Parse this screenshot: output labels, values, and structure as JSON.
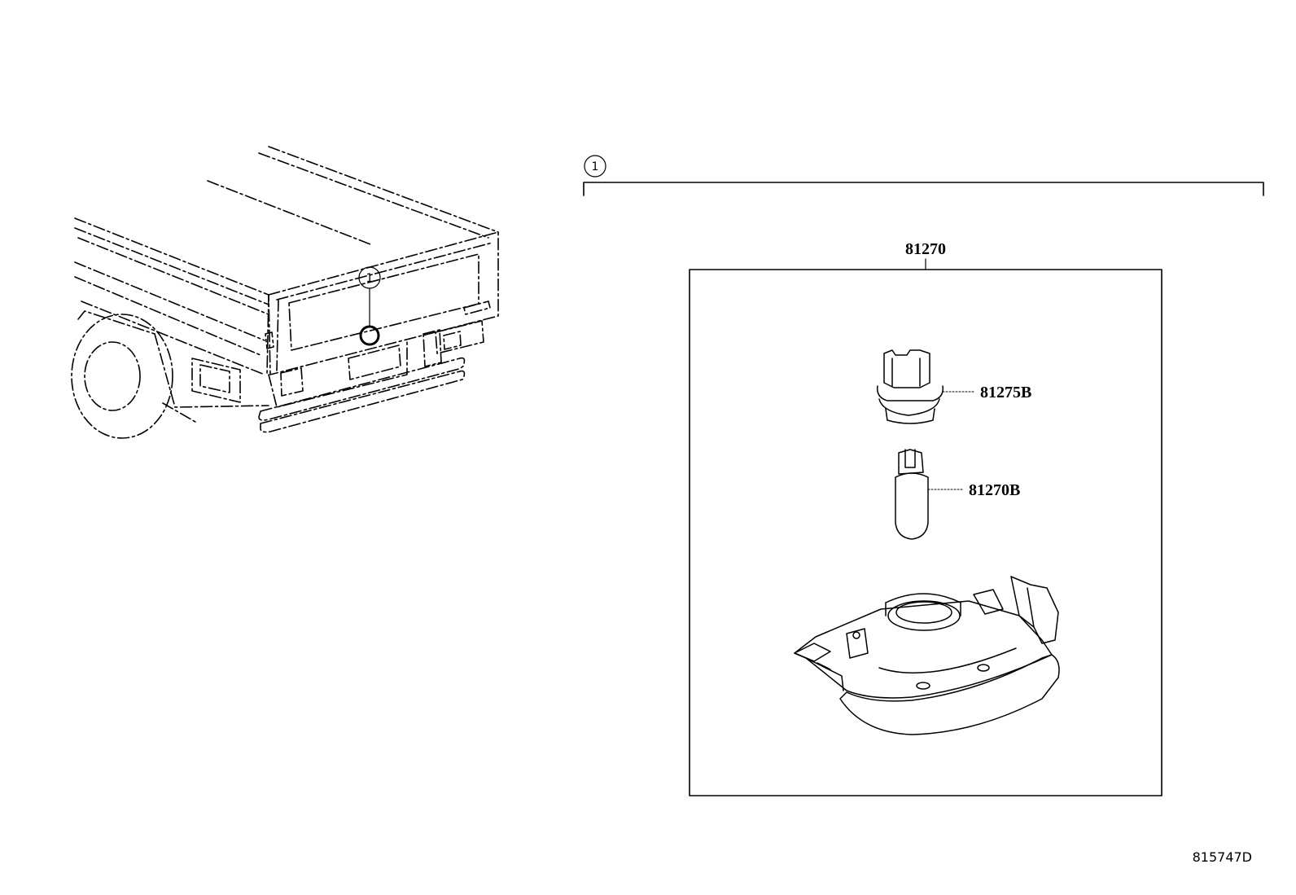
{
  "colors": {
    "line": "#000000",
    "background": "#ffffff"
  },
  "callouts": {
    "group_marker": "1",
    "vehicle_marker": "1"
  },
  "assembly": {
    "part_number": "81270",
    "components": [
      {
        "part_number": "81275B",
        "icon": "bulb-socket-icon"
      },
      {
        "part_number": "81270B",
        "icon": "wedge-bulb-icon"
      },
      {
        "part_number": "",
        "icon": "lamp-housing-icon"
      }
    ]
  },
  "diagram_id": "815747D"
}
